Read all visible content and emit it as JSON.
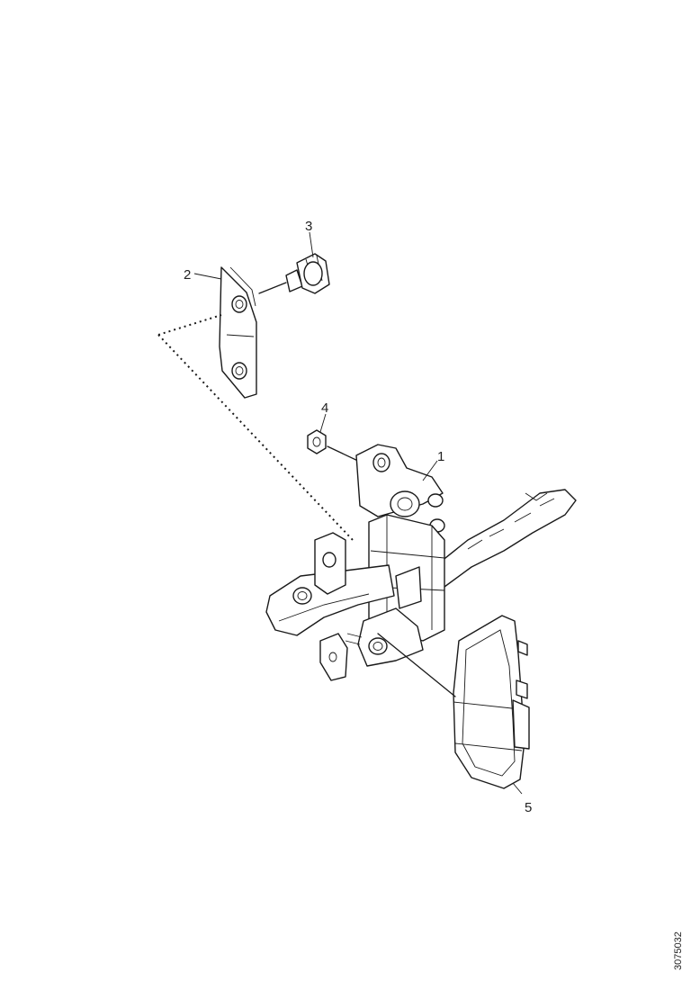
{
  "diagram": {
    "callouts": [
      "1",
      "2",
      "3",
      "4",
      "5"
    ],
    "reference_code": "3075032"
  }
}
